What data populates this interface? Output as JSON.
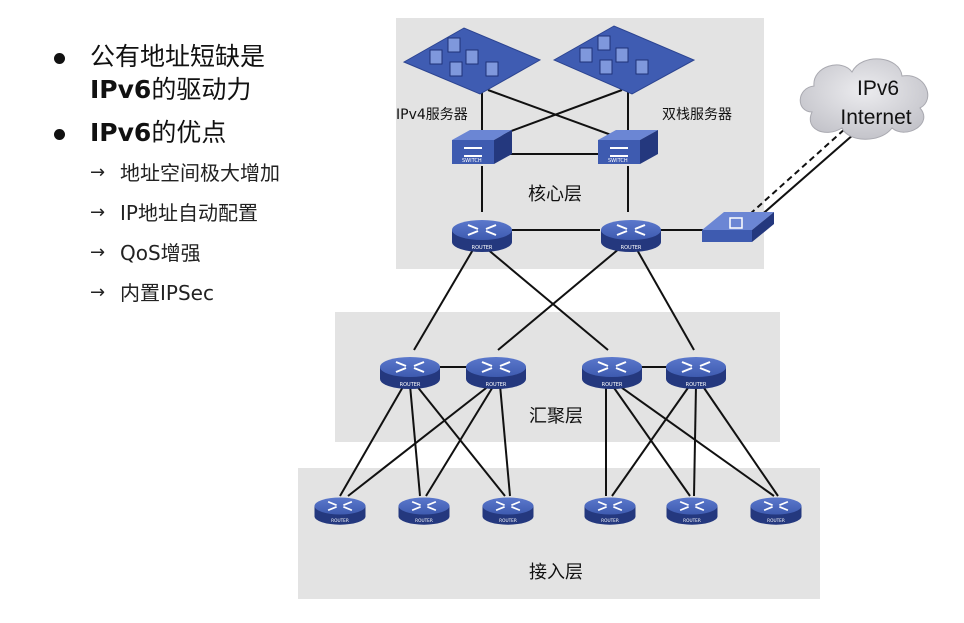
{
  "bullets": [
    {
      "bold_prefix": "",
      "text": "公有地址短缺是",
      "bold_line2": "IPv6",
      "line2_rest": "的驱动力"
    },
    {
      "bold_prefix": "IPv6",
      "text": "的优点"
    }
  ],
  "sub_items": [
    "地址空间极大增加",
    "IP地址自动配置",
    "QoS增强",
    "内置IPSec"
  ],
  "layers": {
    "core": "核心层",
    "aggregation": "汇聚层",
    "access": "接入层"
  },
  "servers": {
    "ipv4": "IPv4服务器",
    "dual": "双栈服务器"
  },
  "cloud": {
    "line1": "IPv6",
    "line2": "Internet"
  },
  "device_labels": {
    "router": "ROUTER",
    "switch": "SWITCH"
  },
  "colors": {
    "layer_bg": "#e3e3e3",
    "device_blue": "#3e5bb0",
    "device_dark": "#24387e",
    "cloud": "#c9c9cf"
  },
  "icons": [
    "bullet-dot-icon",
    "arrow-right-icon",
    "router-icon",
    "switch-icon",
    "firewall-icon",
    "server-cluster-icon",
    "cloud-icon"
  ]
}
